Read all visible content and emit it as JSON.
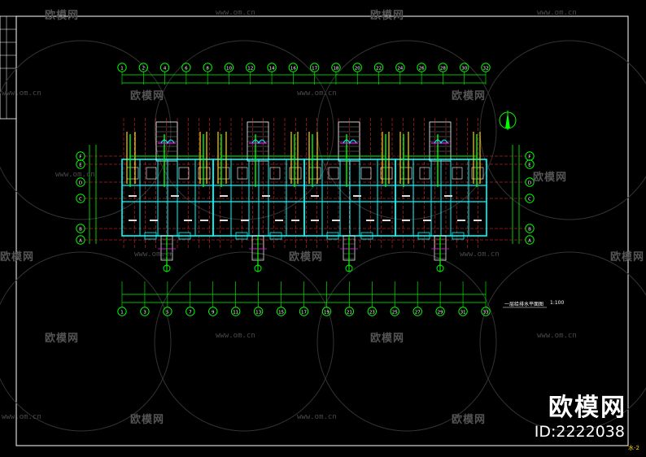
{
  "watermark": {
    "brand_text": "欧模网",
    "url_text": "www.om.cn",
    "id_text": "ID:2222038"
  },
  "drawing": {
    "plan_title": "一层给排水平面图",
    "plan_scale": "1:100",
    "sheet_no": "水-2",
    "axis_labels_top": [
      "1",
      "2",
      "4",
      "6",
      "8",
      "10",
      "12",
      "14",
      "16",
      "17",
      "18",
      "20",
      "22",
      "24",
      "26",
      "28",
      "30",
      "32"
    ],
    "axis_labels_bottom": [
      "1",
      "3",
      "5",
      "7",
      "9",
      "11",
      "13",
      "15",
      "17",
      "19",
      "21",
      "23",
      "25",
      "27",
      "29",
      "31",
      "33"
    ],
    "axis_labels_left": [
      "F",
      "E",
      "D",
      "C",
      "B",
      "A"
    ],
    "axis_labels_right": [
      "F",
      "E",
      "D",
      "C",
      "B",
      "A"
    ],
    "colors": {
      "background": "#000000",
      "frame": "#ffffff",
      "walls": "#00ffff",
      "dimension": "#00ff00",
      "axis": "#ff3030",
      "pipe_hot": "#ffd400",
      "fixture": "#ff00ff",
      "text": "#ffffff"
    }
  }
}
